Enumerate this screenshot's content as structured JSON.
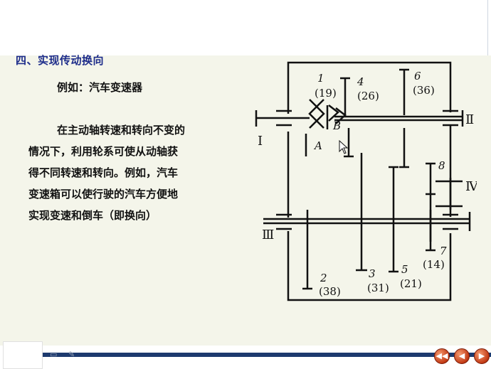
{
  "slide": {
    "heading": "四、实现传动换向",
    "example": "例如：汽车变速器",
    "paragraph_lines": [
      "在主动轴转速和转向不变的",
      "情况下，利用轮系可使从动轴获",
      "得不同转速和转向。例如，汽车",
      "变速箱可以使行驶的汽车方便地",
      "实现变速和倒车（即换向）"
    ]
  },
  "diagram": {
    "gear_labels": {
      "g1_num": "1",
      "g1_teeth": "(19)",
      "g4_num": "4",
      "g4_teeth": "(26)",
      "g6_num": "6",
      "g6_teeth": "(36)",
      "g2_num": "2",
      "g2_teeth": "(38)",
      "g3_num": "3",
      "g3_teeth": "(31)",
      "g5_num": "5",
      "g5_teeth": "(21)",
      "g7_num": "7",
      "g7_teeth": "(14)",
      "g8_num": "8"
    },
    "clutch_labels": {
      "a": "A",
      "b": "B"
    },
    "shaft_labels": {
      "s1": "I",
      "s2": "Ⅱ",
      "s3": "Ⅲ",
      "s4": "Ⅳ"
    }
  },
  "nav": {
    "first_label": "◀◀",
    "prev_label": "◀",
    "next_label": "▶"
  },
  "colors": {
    "heading": "#1d2c8a",
    "footer": "#1d3a6e",
    "nav_button": "#c23a14"
  }
}
